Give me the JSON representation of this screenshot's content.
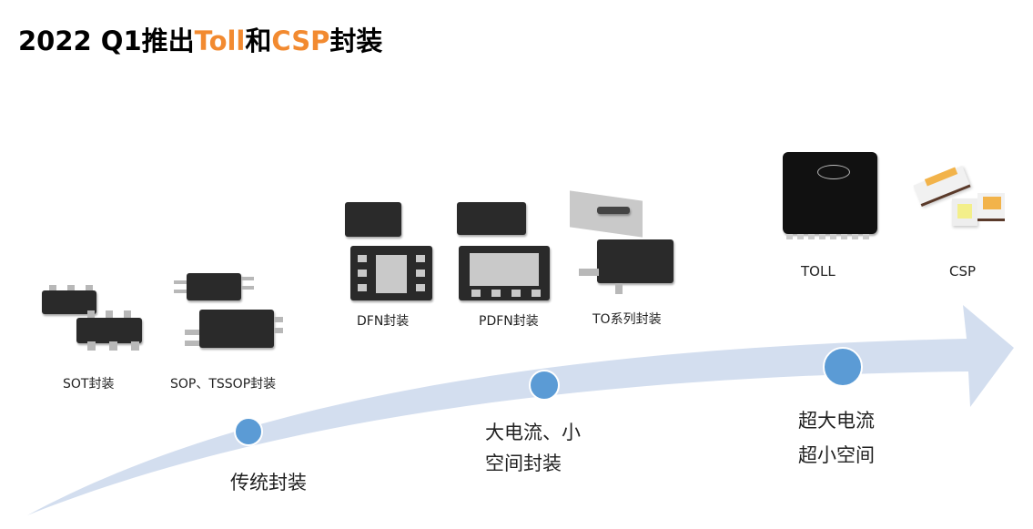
{
  "title": {
    "prefix": "2022 Q1推出",
    "toll": "Toll",
    "mid": "和",
    "csp": "CSP",
    "suffix": "封装"
  },
  "packages": [
    "SOT封装",
    "SOP、TSSOP封装",
    "DFN封装",
    "PDFN封装",
    "TO系列封装",
    "TOLL",
    "CSP"
  ],
  "stages": [
    {
      "lines": [
        "传统封装"
      ]
    },
    {
      "lines": [
        "大电流、小",
        "空间封装"
      ]
    },
    {
      "lines": [
        "超大电流",
        "超小空间"
      ]
    }
  ],
  "colors": {
    "accent": "#f28a30",
    "arrow": "#d3deef",
    "dot": "#5b9bd5"
  }
}
